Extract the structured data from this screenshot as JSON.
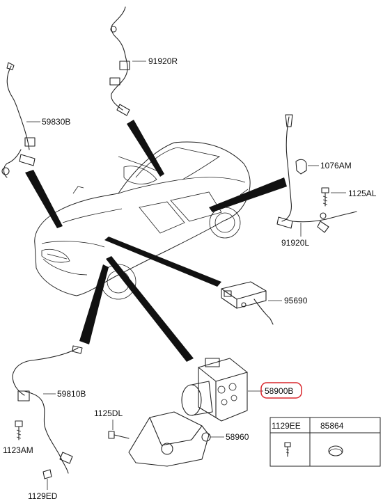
{
  "parts": [
    {
      "id": "rear-right-wheel-speed-sensor",
      "label": "91920R"
    },
    {
      "id": "front-left-wheel-speed-sensor",
      "label": "59830B"
    },
    {
      "id": "bracket-clip",
      "label": "1076AM"
    },
    {
      "id": "bolt",
      "label": "1125AL"
    },
    {
      "id": "rear-left-wheel-speed-sensor",
      "label": "91920L"
    },
    {
      "id": "yaw-rate-sensor",
      "label": "95690"
    },
    {
      "id": "hydraulic-unit",
      "label": "58900B",
      "highlighted": true
    },
    {
      "id": "front-right-wheel-speed-sensor",
      "label": "59810B"
    },
    {
      "id": "mounting-bracket",
      "label": "58960"
    },
    {
      "id": "flange-bolt",
      "label": "1125DL"
    },
    {
      "id": "sensor-bolt",
      "label": "1123AM"
    },
    {
      "id": "nut",
      "label": "1129ED"
    }
  ],
  "table": {
    "columns": [
      "1129EE",
      "85864"
    ]
  },
  "colors": {
    "highlight": "#d9262c",
    "line": "#222222"
  }
}
